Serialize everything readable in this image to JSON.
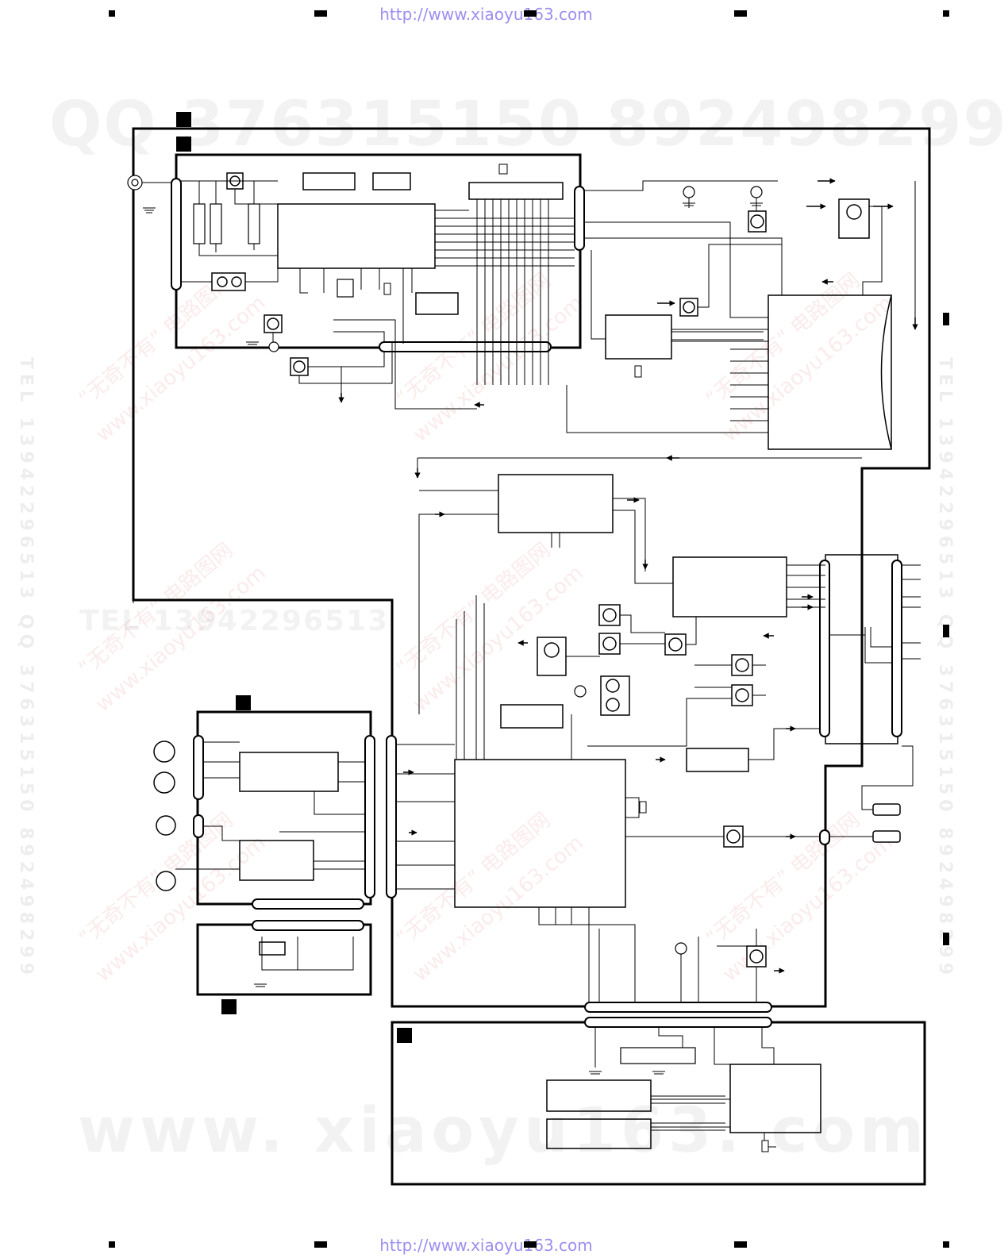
{
  "header": {
    "url": "http://www.xiaoyu163.com"
  },
  "footer": {
    "url": "http://www.xiaoyu163.com"
  },
  "watermarks": {
    "qq": "QQ 376315150    892498299",
    "tel": "TEL 13942296513",
    "www": "www. xiaoyu163. com",
    "side_left": "TEL 13942296513  QQ 376315150  892498299",
    "side_right": "TEL 13942296513  QQ 376315150  892498299",
    "cn": "“无奇不有” 电路图网",
    "cn_url": "www.xiaoyu163.com"
  },
  "colors": {
    "line": "#000000",
    "url": "#9b8ff0"
  }
}
